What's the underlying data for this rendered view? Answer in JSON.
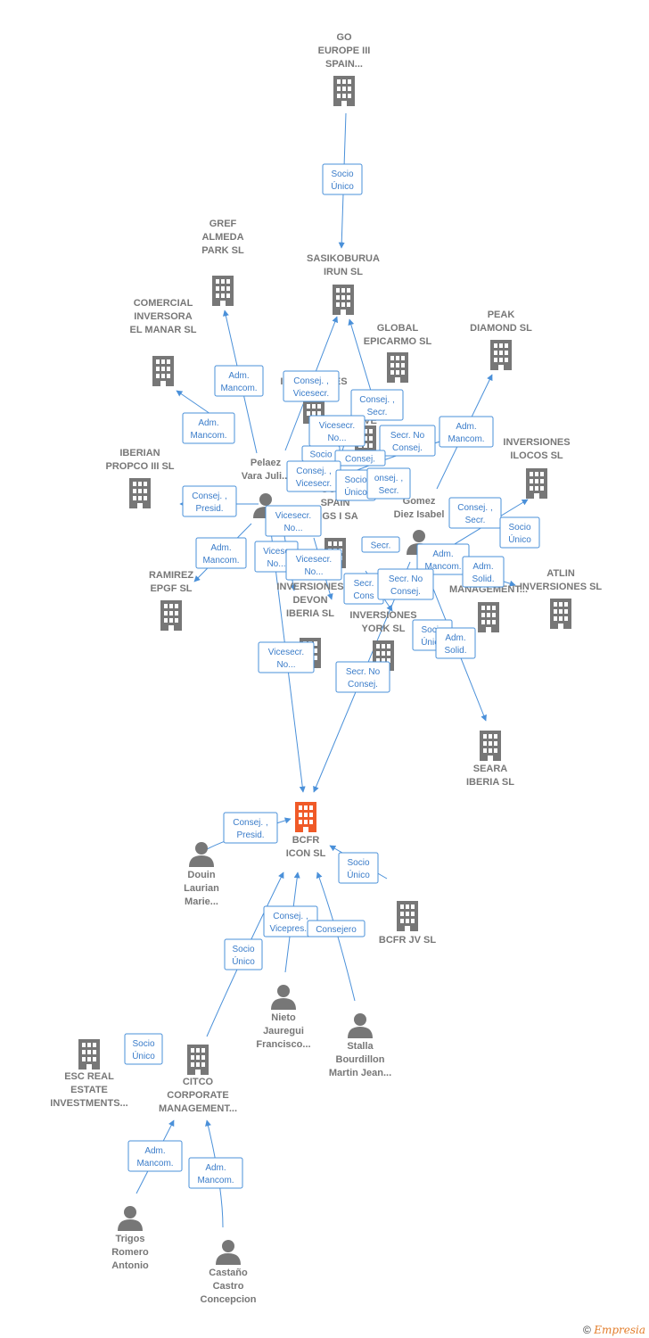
{
  "colors": {
    "node": "#777777",
    "main_node": "#f05a28",
    "edge": "#4a90d9",
    "edge_text": "#3a7cc9"
  },
  "nodes": [
    {
      "id": "go",
      "type": "company",
      "lines": [
        "GO",
        "EUROPE III",
        "SPAIN..."
      ]
    },
    {
      "id": "sasiko",
      "type": "company",
      "lines": [
        "SASIKOBURUA",
        "IRUN  SL"
      ]
    },
    {
      "id": "gref",
      "type": "company",
      "lines": [
        "GREF",
        "ALMEDA",
        "PARK  SL"
      ]
    },
    {
      "id": "comercial",
      "type": "company",
      "lines": [
        "COMERCIAL",
        "INVERSORA",
        "EL MANAR SL"
      ]
    },
    {
      "id": "global",
      "type": "company",
      "lines": [
        "GLOBAL",
        "EPICARMO SL"
      ]
    },
    {
      "id": "peak",
      "type": "company",
      "lines": [
        "PEAK",
        "DIAMOND SL"
      ]
    },
    {
      "id": "inv1",
      "type": "company",
      "lines": [
        "INVERSIONES"
      ]
    },
    {
      "id": "inv2",
      "type": "company",
      "lines": [
        "INVE"
      ]
    },
    {
      "id": "iberian",
      "type": "company",
      "lines": [
        "IBERIAN",
        "PROPCO III  SL"
      ]
    },
    {
      "id": "ilocos",
      "type": "company",
      "lines": [
        "INVERSIONES",
        "ILOCOS  SL"
      ]
    },
    {
      "id": "pelaez",
      "type": "person",
      "lines": [
        "Pelaez",
        "Vara Juli..."
      ]
    },
    {
      "id": "gomez",
      "type": "person",
      "lines": [
        "Gomez",
        "Diez Isabel"
      ]
    },
    {
      "id": "gore",
      "type": "company",
      "lines": [
        "GORE",
        "SPAIN",
        "INGS I SA"
      ]
    },
    {
      "id": "ramirez",
      "type": "company",
      "lines": [
        "RAMIREZ",
        "EPGF SL"
      ]
    },
    {
      "id": "cmgmt",
      "type": "company",
      "lines": [
        "C  ATE",
        "MANAGEMENT..."
      ]
    },
    {
      "id": "atlin",
      "type": "company",
      "lines": [
        "ATLIN",
        "INVERSIONES SL"
      ]
    },
    {
      "id": "devon",
      "type": "company",
      "lines": [
        "INVERSIONES",
        "DEVON",
        "IBERIA SL"
      ]
    },
    {
      "id": "york",
      "type": "company",
      "lines": [
        "INVERSIONES",
        "YORK  SL"
      ]
    },
    {
      "id": "seara",
      "type": "company",
      "lines": [
        "SEARA",
        "IBERIA  SL"
      ]
    },
    {
      "id": "bcfr",
      "type": "main",
      "lines": [
        "BCFR",
        "ICON  SL"
      ]
    },
    {
      "id": "douin",
      "type": "person",
      "lines": [
        "Douin",
        "Laurian",
        "Marie..."
      ]
    },
    {
      "id": "bcfrjv",
      "type": "company",
      "lines": [
        "BCFR JV  SL"
      ]
    },
    {
      "id": "nieto",
      "type": "person",
      "lines": [
        "Nieto",
        "Jauregui",
        "Francisco..."
      ]
    },
    {
      "id": "stalla",
      "type": "person",
      "lines": [
        "Stalla",
        "Bourdillon",
        "Martin Jean..."
      ]
    },
    {
      "id": "esc",
      "type": "company",
      "lines": [
        "ESC REAL",
        "ESTATE",
        "INVESTMENTS..."
      ]
    },
    {
      "id": "citco",
      "type": "company",
      "lines": [
        "CITCO",
        "CORPORATE",
        "MANAGEMENT..."
      ]
    },
    {
      "id": "trigos",
      "type": "person",
      "lines": [
        "Trigos",
        "Romero",
        "Antonio"
      ]
    },
    {
      "id": "castano",
      "type": "person",
      "lines": [
        "Castaño",
        "Castro",
        "Concepcion"
      ]
    }
  ],
  "edge_labels": [
    {
      "id": "e1",
      "lines": [
        "Socio",
        "Único"
      ]
    },
    {
      "id": "e2",
      "lines": [
        "Adm.",
        "Mancom."
      ]
    },
    {
      "id": "e3",
      "lines": [
        "Adm.",
        "Mancom."
      ]
    },
    {
      "id": "e4",
      "lines": [
        "Consej. ,",
        "Vicesecr."
      ]
    },
    {
      "id": "e5",
      "lines": [
        "Consej. ,",
        "Secr."
      ]
    },
    {
      "id": "e6",
      "lines": [
        "Vicesecr.",
        "No..."
      ]
    },
    {
      "id": "e7",
      "lines": [
        "Secr.  No",
        "Consej."
      ]
    },
    {
      "id": "e8",
      "lines": [
        "Adm.",
        "Mancom."
      ]
    },
    {
      "id": "e9",
      "lines": [
        "Socio"
      ]
    },
    {
      "id": "e10",
      "lines": [
        "Consej."
      ]
    },
    {
      "id": "e11",
      "lines": [
        "Consej. ,",
        "Vicesecr."
      ]
    },
    {
      "id": "e12",
      "lines": [
        "Socio",
        "Único"
      ]
    },
    {
      "id": "e13",
      "lines": [
        "onsej. ,",
        "Secr."
      ]
    },
    {
      "id": "e14",
      "lines": [
        "Consej. ,",
        "Presid."
      ]
    },
    {
      "id": "e15",
      "lines": [
        "Consej. ,",
        "Secr."
      ]
    },
    {
      "id": "e16",
      "lines": [
        "Socio",
        "Único"
      ]
    },
    {
      "id": "e17",
      "lines": [
        "Vicesecr.",
        "No..."
      ]
    },
    {
      "id": "e18",
      "lines": [
        "Adm.",
        "Mancom."
      ]
    },
    {
      "id": "e19",
      "lines": [
        "Vicese",
        "No..."
      ]
    },
    {
      "id": "e20",
      "lines": [
        "Vicesecr.",
        "No..."
      ]
    },
    {
      "id": "e21",
      "lines": [
        "Secr."
      ]
    },
    {
      "id": "e22",
      "lines": [
        "Adm.",
        "Mancom."
      ]
    },
    {
      "id": "e23",
      "lines": [
        "Adm.",
        "Solid."
      ]
    },
    {
      "id": "e24",
      "lines": [
        "Secr.",
        "Cons"
      ]
    },
    {
      "id": "e25",
      "lines": [
        "Secr.  No",
        "Consej."
      ]
    },
    {
      "id": "e26",
      "lines": [
        "Socio",
        "Único"
      ]
    },
    {
      "id": "e27",
      "lines": [
        "Adm.",
        "Solid."
      ]
    },
    {
      "id": "e28",
      "lines": [
        "Vicesecr.",
        "No..."
      ]
    },
    {
      "id": "e29",
      "lines": [
        "Secr.  No",
        "Consej."
      ]
    },
    {
      "id": "e30",
      "lines": [
        "Consej. ,",
        "Presid."
      ]
    },
    {
      "id": "e31",
      "lines": [
        "Socio",
        "Único"
      ]
    },
    {
      "id": "e32",
      "lines": [
        "Consej. ,",
        "Vicepres..."
      ]
    },
    {
      "id": "e33",
      "lines": [
        "Consejero"
      ]
    },
    {
      "id": "e34",
      "lines": [
        "Socio",
        "Único"
      ]
    },
    {
      "id": "e35",
      "lines": [
        "Socio",
        "Único"
      ]
    },
    {
      "id": "e36",
      "lines": [
        "Adm.",
        "Mancom."
      ]
    },
    {
      "id": "e37",
      "lines": [
        "Adm.",
        "Mancom."
      ]
    }
  ],
  "footer": {
    "copyright": "©",
    "brand": "Empresia"
  }
}
